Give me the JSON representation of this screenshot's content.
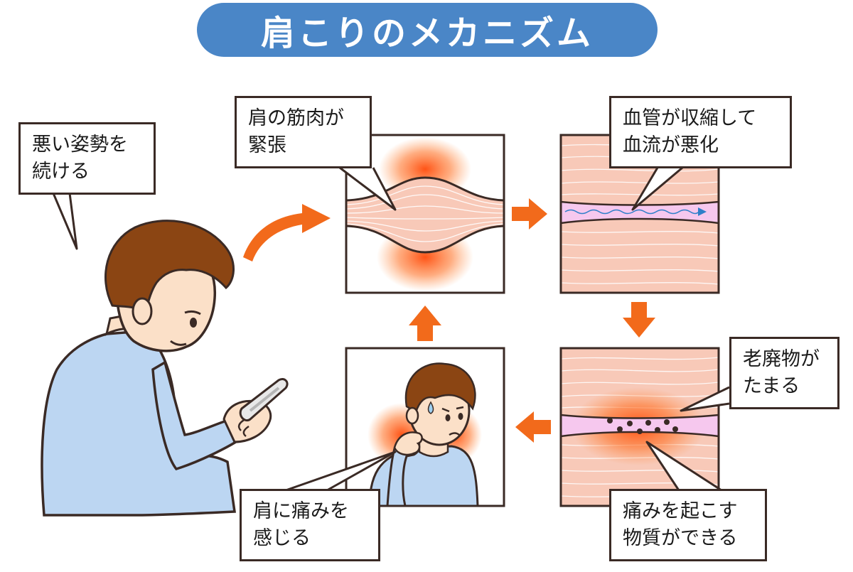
{
  "title": "肩こりのメカニズム",
  "callouts": {
    "posture": "悪い姿勢を\n続ける",
    "tension": "肩の筋肉が\n緊張",
    "constrict": "血管が収縮して\n血流が悪化",
    "waste": "老廃物が\nたまる",
    "pain_substance": "痛みを起こす\n物質ができる",
    "shoulder_pain": "肩に痛みを\n感じる"
  },
  "colors": {
    "title_bg": "#4a86c7",
    "arrow": "#f26a1b",
    "muscle": "#f8c9b8",
    "vessel": "#f6c8ee",
    "glow": "#ff5a14",
    "shirt": "#bcd6f2",
    "hair": "#8b4513",
    "skin": "#fbe0c8",
    "outline": "#3a2a25"
  },
  "icons": [
    "sweat-drop-icon",
    "flow-arrow-icon"
  ]
}
